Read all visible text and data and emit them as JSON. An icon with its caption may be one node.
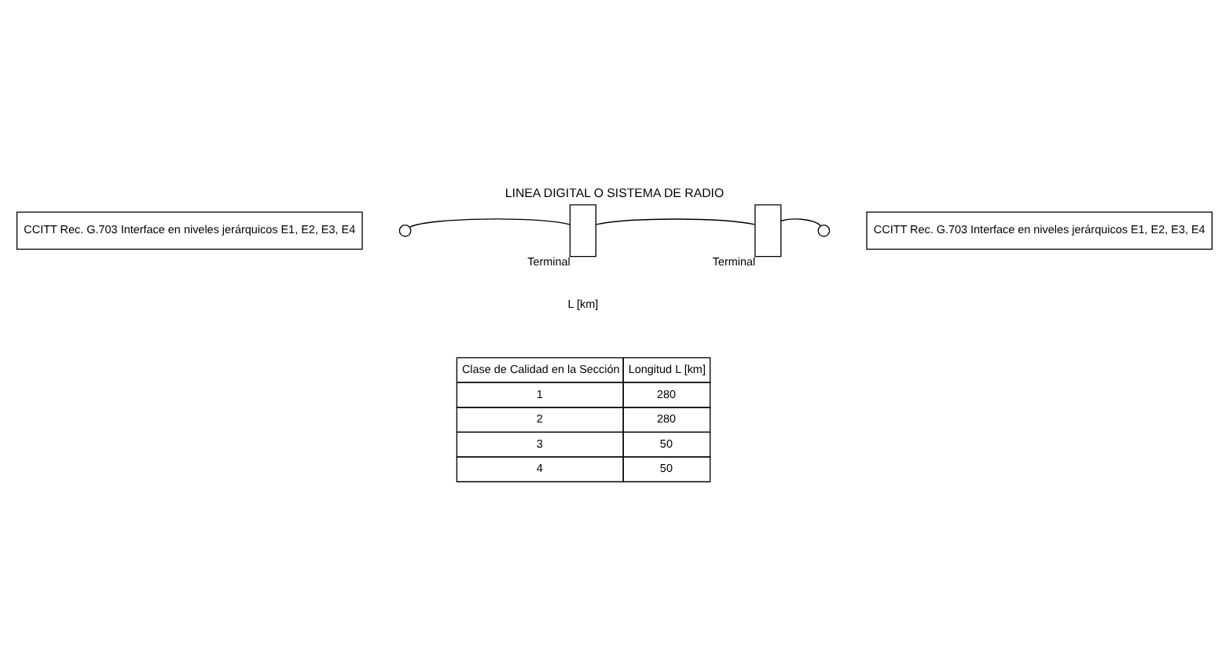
{
  "diagram": {
    "title": "LINEA DIGITAL O SISTEMA DE RADIO",
    "nodes": [
      {
        "text": [
          "CCITT Rec. G.703 Interface en niveles jerárquicos E1, E2, E3, E4"
        ]
      },
      {
        "text": [],
        "shape": "circle"
      },
      {
        "text": [],
        "shape": "box",
        "beside": [
          "Terminal"
        ]
      },
      {
        "text": [],
        "shape": "box",
        "beside": [
          "Terminal"
        ]
      },
      {
        "text": [],
        "shape": "circle"
      },
      {
        "text": [
          "CCITT Rec. G.703 Interface en niveles jerárquicos E1, E2, E3, E4"
        ]
      }
    ],
    "edges": [
      {
        "from": 1,
        "to": 2,
        "arrow": "none"
      },
      {
        "from": 2,
        "to": 3,
        "arrow": "none"
      },
      {
        "from": 3,
        "to": 4,
        "arrow": "none"
      }
    ],
    "labels": [
      "L [km]",
      "Clase de Calidad en la Sección",
      "Longitud L [km]",
      "1",
      "280",
      "2",
      "280",
      "3",
      "50",
      "4",
      "50"
    ]
  }
}
